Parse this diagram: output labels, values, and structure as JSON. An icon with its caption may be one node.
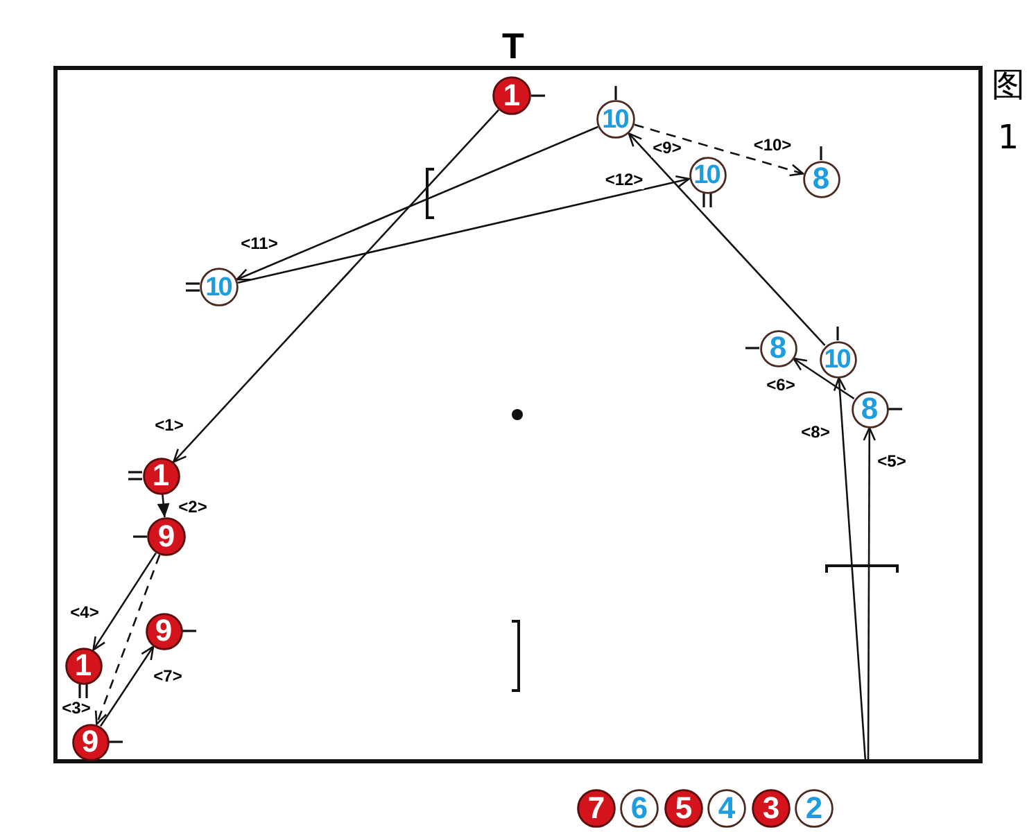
{
  "diagram": {
    "caption": "图 1",
    "nodes": [
      {
        "text": [
          "1"
        ]
      },
      {
        "text": [
          "10"
        ]
      },
      {
        "text": [
          "10"
        ]
      },
      {
        "text": [
          "8"
        ]
      },
      {
        "text": [
          "10"
        ]
      },
      {
        "text": [
          "8"
        ]
      },
      {
        "text": [
          "10"
        ]
      },
      {
        "text": [
          "8"
        ]
      },
      {
        "text": [
          "1"
        ]
      },
      {
        "text": [
          "9"
        ]
      },
      {
        "text": [
          "9"
        ]
      },
      {
        "text": [
          "1"
        ]
      },
      {
        "text": [
          "9"
        ]
      },
      {
        "text": [
          "7"
        ]
      },
      {
        "text": [
          "6"
        ]
      },
      {
        "text": [
          "5"
        ]
      },
      {
        "text": [
          "4"
        ]
      },
      {
        "text": [
          "3"
        ]
      },
      {
        "text": [
          "2"
        ]
      }
    ],
    "edges": [
      {
        "from": 0,
        "to": 8,
        "arrow": "to",
        "label": "<1>"
      },
      {
        "from": 8,
        "to": 9,
        "arrow": "to",
        "label": "<2>"
      },
      {
        "from": 9,
        "to": 12,
        "arrow": "to",
        "label": "<3>",
        "style": "dashed"
      },
      {
        "from": 9,
        "to": 11,
        "arrow": "to",
        "label": "<4>"
      },
      {
        "from": null,
        "to": 7,
        "arrow": "to",
        "label": "<5>"
      },
      {
        "from": 7,
        "to": 5,
        "arrow": "to",
        "label": "<6>"
      },
      {
        "from": 12,
        "to": 10,
        "arrow": "to",
        "label": "<7>"
      },
      {
        "from": null,
        "to": 6,
        "arrow": "to",
        "label": "<8>"
      },
      {
        "from": 6,
        "to": 1,
        "arrow": "to",
        "label": "<9>"
      },
      {
        "from": 1,
        "to": 3,
        "arrow": "to",
        "label": "<10>",
        "style": "dashed"
      },
      {
        "from": 1,
        "to": 4,
        "arrow": "to",
        "label": "<11>"
      },
      {
        "from": 4,
        "to": 2,
        "arrow": "to",
        "label": "<12>"
      }
    ],
    "labels": [
      "T"
    ]
  }
}
